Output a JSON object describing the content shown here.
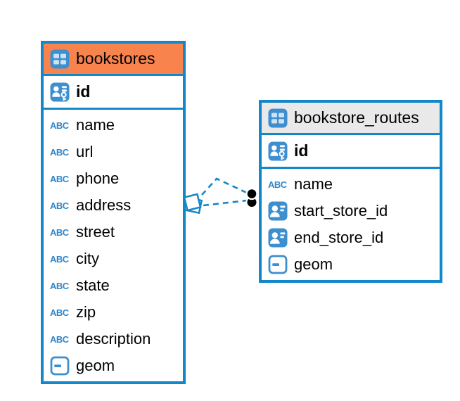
{
  "diagram": {
    "icons": {
      "text_type_glyph": "ABC"
    },
    "colors": {
      "background": "#ffffff",
      "table_border": "#1287ca",
      "connector_line": "#1287ca",
      "endpoint_dot": "#000000",
      "icon_blue": "#3e8fd0",
      "header_orange": "#f8834d",
      "header_gray": "#e9e9e9",
      "column_text": "#000000"
    },
    "tables": [
      {
        "name": "bookstores",
        "header_style": "orange",
        "primary_key": {
          "name": "id",
          "type": "primary-key"
        },
        "columns": [
          {
            "name": "name",
            "type": "text"
          },
          {
            "name": "url",
            "type": "text"
          },
          {
            "name": "phone",
            "type": "text"
          },
          {
            "name": "address",
            "type": "text"
          },
          {
            "name": "street",
            "type": "text"
          },
          {
            "name": "city",
            "type": "text"
          },
          {
            "name": "state",
            "type": "text"
          },
          {
            "name": "zip",
            "type": "text"
          },
          {
            "name": "description",
            "type": "text"
          },
          {
            "name": "geom",
            "type": "geometry"
          }
        ]
      },
      {
        "name": "bookstore_routes",
        "header_style": "gray",
        "primary_key": {
          "name": "id",
          "type": "primary-key"
        },
        "columns": [
          {
            "name": "name",
            "type": "text"
          },
          {
            "name": "start_store_id",
            "type": "reference"
          },
          {
            "name": "end_store_id",
            "type": "reference"
          },
          {
            "name": "geom",
            "type": "geometry"
          }
        ]
      }
    ],
    "relationships": [
      {
        "from_table": "bookstores",
        "to_table": "bookstore_routes",
        "line_style": "dashed"
      },
      {
        "from_table": "bookstores",
        "to_table": "bookstore_routes",
        "line_style": "dashed"
      }
    ]
  }
}
